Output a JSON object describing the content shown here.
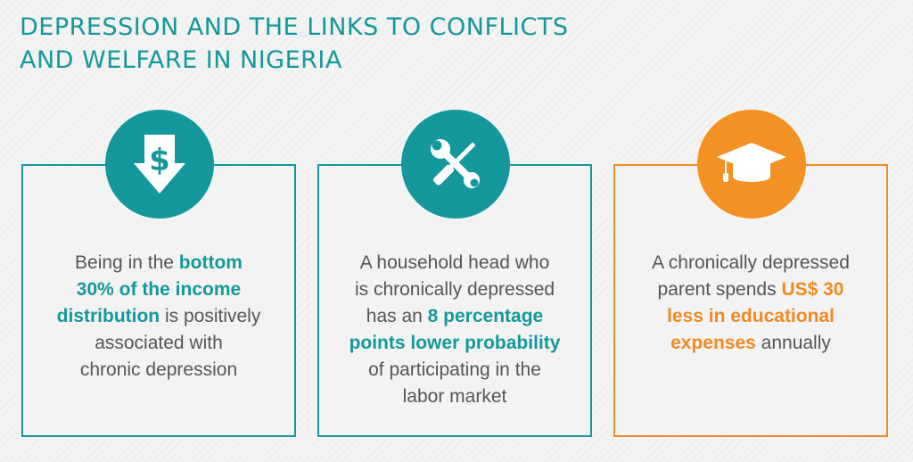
{
  "header": {
    "title_line1": "DEPRESSION AND THE LINKS TO CONFLICTS",
    "title_line2": "AND WELFARE IN NIGERIA"
  },
  "colors": {
    "teal": "#14989c",
    "orange": "#f08a24",
    "text": "#555555"
  },
  "cards": [
    {
      "icon": "dollar-down-arrow-icon",
      "lines": [
        [
          {
            "t": "Being in the ",
            "h": false
          },
          {
            "t": "bottom",
            "h": true
          }
        ],
        [
          {
            "t": "30% of the income",
            "h": true
          }
        ],
        [
          {
            "t": "distribution",
            "h": true
          },
          {
            "t": " is positively",
            "h": false
          }
        ],
        [
          {
            "t": "associated with",
            "h": false
          }
        ],
        [
          {
            "t": "chronic depression",
            "h": false
          }
        ]
      ]
    },
    {
      "icon": "wrench-screwdriver-icon",
      "lines": [
        [
          {
            "t": "A household head who",
            "h": false
          }
        ],
        [
          {
            "t": "is chronically depressed",
            "h": false
          }
        ],
        [
          {
            "t": "has an ",
            "h": false
          },
          {
            "t": "8 percentage",
            "h": true
          }
        ],
        [
          {
            "t": "points lower probability",
            "h": true
          }
        ],
        [
          {
            "t": "of participating in the",
            "h": false
          }
        ],
        [
          {
            "t": "labor market",
            "h": false
          }
        ]
      ]
    },
    {
      "icon": "graduation-cap-icon",
      "lines": [
        [
          {
            "t": "A chronically depressed",
            "h": false
          }
        ],
        [
          {
            "t": "parent spends ",
            "h": false
          },
          {
            "t": "US$ 30",
            "h": true
          }
        ],
        [
          {
            "t": "less in educational",
            "h": true
          }
        ],
        [
          {
            "t": "expenses",
            "h": true
          },
          {
            "t": " annually",
            "h": false
          }
        ]
      ]
    }
  ]
}
